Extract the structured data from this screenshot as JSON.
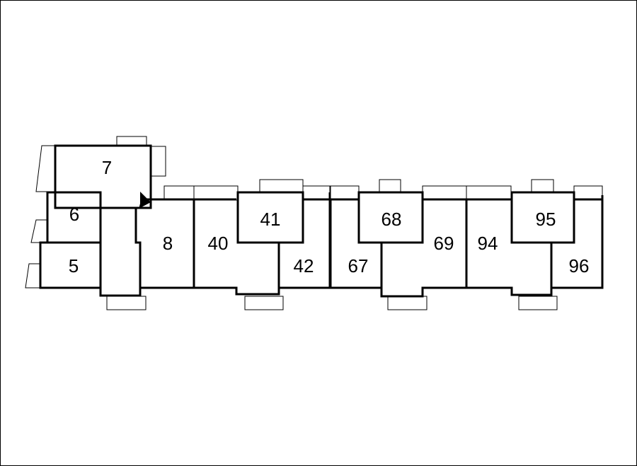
{
  "floor_plan": {
    "units": [
      {
        "id": "unit-7",
        "label": "7"
      },
      {
        "id": "unit-6",
        "label": "6"
      },
      {
        "id": "unit-5",
        "label": "5"
      },
      {
        "id": "unit-8",
        "label": "8"
      },
      {
        "id": "unit-40",
        "label": "40"
      },
      {
        "id": "unit-41",
        "label": "41"
      },
      {
        "id": "unit-42",
        "label": "42"
      },
      {
        "id": "unit-67",
        "label": "67"
      },
      {
        "id": "unit-68",
        "label": "68"
      },
      {
        "id": "unit-69",
        "label": "69"
      },
      {
        "id": "unit-94",
        "label": "94"
      },
      {
        "id": "unit-95",
        "label": "95"
      },
      {
        "id": "unit-96",
        "label": "96"
      }
    ],
    "colors": {
      "wall": "#000000",
      "background": "#ffffff"
    }
  }
}
